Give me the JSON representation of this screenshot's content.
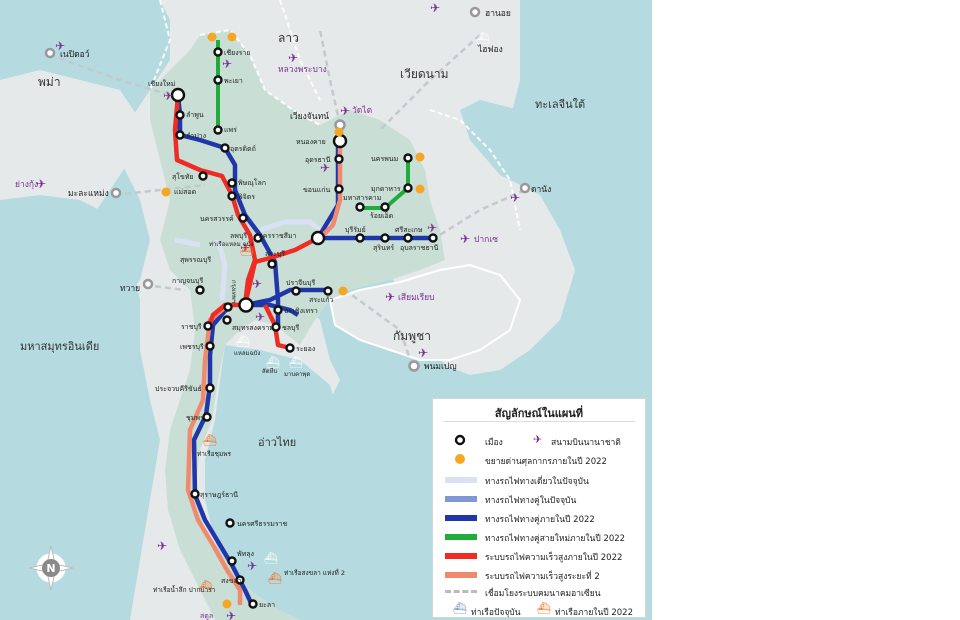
{
  "countries": {
    "myanmar": "พม่า",
    "laos": "ลาว",
    "vietnam": "เวียดนาม",
    "cambodia": "กัมพูชา"
  },
  "seas": {
    "andaman": "มหาสมุทรอินเดีย",
    "gulf": "อ่าวไทย",
    "south_china_sea": "ทะเลจีนใต้"
  },
  "foreign_cities": {
    "naypyidaw": "เนปิดอว์",
    "hanoi": "ฮานอย",
    "haiphong": "ไฮฟอง",
    "vientiane": "เวียงจันทน์",
    "wattay": "วัดไต",
    "luang_prabang": "หลวงพระบาง",
    "yangon": "ย่างกุ้ง",
    "mawlamyine": "มะละแหม่ง",
    "dawei": "ทวาย",
    "danang": "ดานัง",
    "pakse": "ปากเซ",
    "siem_reap": "เสียมเรียบ",
    "phnom_penh": "พนมเปญ"
  },
  "cities": {
    "chiangrai": "เชียงราย",
    "phayao": "พะเยา",
    "chiangmai": "เชียงใหม่",
    "lamphun": "ลำพูน",
    "lampang": "ลำปาง",
    "phrae": "แพร่",
    "uttaradit": "อุตรดิตถ์",
    "sukhothai": "สุโขทัย",
    "maesot": "แม่สอด",
    "phitsanulok": "พิษณุโลก",
    "phichit": "พิจิตร",
    "nakhonsawan": "นครสวรรค์",
    "lopburi": "ลพบุรี",
    "ayutthaya_port": "ท่าเรือแหลม\nฉบัง",
    "saraburi": "สระบุรี",
    "suphanburi": "สุพรรณบุรี",
    "kanchanaburi": "กาญจนบุรี",
    "bangkok": "กรุงเทพฯ",
    "prachinburi": "ปราจีนบุรี",
    "sakaeo": "สระแก้ว",
    "chachoengsao": "ฉะเชิงเทรา",
    "ratchaburi": "ราชบุรี",
    "samutsongkhram": "สมุทรสงคราม",
    "chonburi": "ชลบุรี",
    "rayong": "ระยอง",
    "phetchaburi": "เพชรบุรี",
    "laemchabang": "แหลมฉบัง",
    "sattahip": "สัตหีบ",
    "maptaphut": "มาบตาพุด",
    "prachuap": "ประจวบคีรีขันธ์",
    "chumphon": "ชุมพร",
    "chumphon_port": "ท่าเรือชุมพร",
    "suratthani": "สุราษฎร์ธานี",
    "nakhonsithammarat": "นครศรีธรรมราช",
    "phatthalung": "พัทลุง",
    "songkhla": "สงขลา",
    "songkhla_port": "ท่าเรือสงขลา\nแห่งที่ 2",
    "pakbara_port": "ท่าเรือน้ำลึก\nปากบารา",
    "satun": "สตูล",
    "yala": "ยะลา",
    "nongkhai": "หนองคาย",
    "udonthani": "อุดรธานี",
    "khonkaen": "ขอนแก่น",
    "nakhonphanom": "นครพนม",
    "mukdahan": "มุกดาหาร",
    "mahasarakham": "มหาสารคาม",
    "roiet": "ร้อยเอ็ด",
    "nakhonratchasima": "นครราชสีมา",
    "buriram": "บุรีรัมย์",
    "surin": "สุรินทร์",
    "sisaket": "ศรีสะเกษ",
    "ubon": "อุบลราชธานี"
  },
  "legend": {
    "title": "สัญลักษณ์ในแผนที่",
    "city": "เมือง",
    "airport": "สนามบินนานาชาติ",
    "customs": "ขยายด่านศุลกากรภายในปี 2022",
    "single_track": "ทางรถไฟทางเดี่ยวในปัจจุบัน",
    "double_current": "ทางรถไฟทางคู่ในปัจจุบัน",
    "double_2022": "ทางรถไฟทางคู่ภายในปี 2022",
    "new_double": "ทางรถไฟทางคู่สายใหม่ภายในปี 2022",
    "hsr_2022": "ระบบรถไฟความเร็วสูงภายในปี 2022",
    "hsr_phase2": "ระบบรถไฟความเร็วสูงระยะที่ 2",
    "asean_link": "เชื่อมโยงระบบคมนาคมอาเซียน",
    "port_current": "ท่าเรือปัจจุบัน",
    "port_2022": "ท่าเรือภายในปี 2022",
    "compass": "N"
  },
  "colors": {
    "sea": "#b5dbe0",
    "land_foreign": "#e6e9ea",
    "land_thai": "#c9dfd6",
    "single_track": "#d9e1f4",
    "double_current": "#7f97d6",
    "double_2022": "#1f37a8",
    "new_double": "#1fac3a",
    "hsr_2022": "#ee2c24",
    "hsr_phase2": "#f08a6f",
    "airport": "#7a2f8f",
    "customs": "#f5a623",
    "port": "#f26d21"
  }
}
